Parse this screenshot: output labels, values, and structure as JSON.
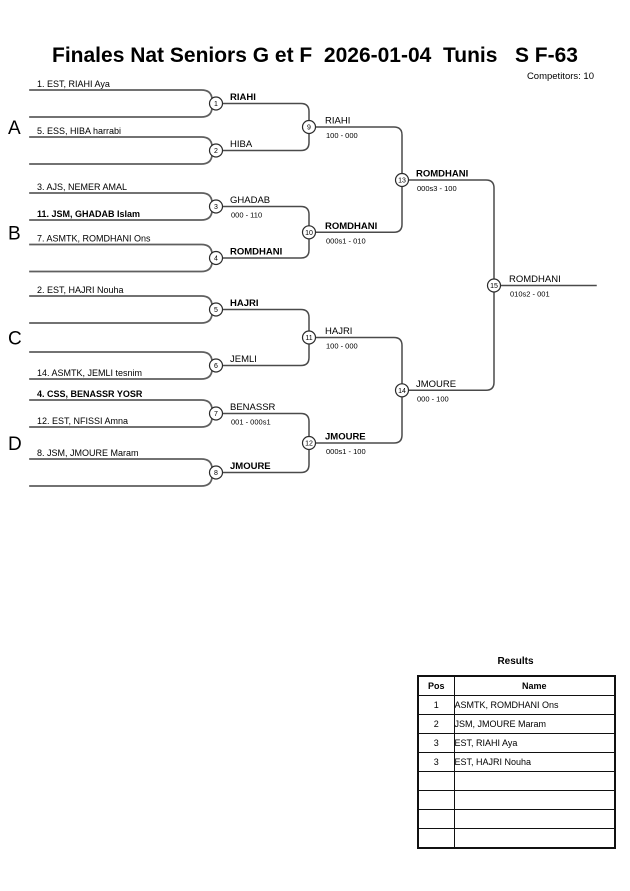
{
  "header": {
    "title": "Finales Nat Seniors G et F  2026-01-04  Tunis   S F-63",
    "competitors": "Competitors: 10"
  },
  "sections": [
    "A",
    "B",
    "C",
    "D"
  ],
  "bracket": {
    "entries": {
      "e1": "1. EST, RIAHI Aya",
      "e2": "5. ESS, HIBA harrabi",
      "e3": "3. AJS, NEMER AMAL",
      "e4": "11. JSM, GHADAB Islam",
      "e5": "7. ASMTK, ROMDHANI Ons",
      "e6": "2. EST, HAJRI Nouha",
      "e7": "14. ASMTK, JEMLI tesnim",
      "e8": "4. CSS, BENASSR YOSR",
      "e9": "12. EST, NFISSI Amna",
      "e10": "8. JSM, JMOURE Maram"
    },
    "matches": {
      "m1": {
        "no": "1",
        "winner": "RIAHI"
      },
      "m2": {
        "no": "2",
        "winner": "HIBA"
      },
      "m3": {
        "no": "3",
        "winner": "GHADAB",
        "score": "000 - 110"
      },
      "m4": {
        "no": "4",
        "winner": "ROMDHANI"
      },
      "m5": {
        "no": "5",
        "winner": "HAJRI"
      },
      "m6": {
        "no": "6",
        "winner": "JEMLI"
      },
      "m7": {
        "no": "7",
        "winner": "BENASSR",
        "score": "001 - 000s1"
      },
      "m8": {
        "no": "8",
        "winner": "JMOURE"
      },
      "m9": {
        "no": "9",
        "winner": "RIAHI",
        "score": "100 - 000"
      },
      "m10": {
        "no": "10",
        "winner": "ROMDHANI",
        "score": "000s1 - 010"
      },
      "m11": {
        "no": "11",
        "winner": "HAJRI",
        "score": "100 - 000"
      },
      "m12": {
        "no": "12",
        "winner": "JMOURE",
        "score": "000s1 - 100"
      },
      "m13": {
        "no": "13",
        "winner": "ROMDHANI",
        "score": "000s3 - 100"
      },
      "m14": {
        "no": "14",
        "winner": "JMOURE",
        "score": "000 - 100"
      },
      "m15": {
        "no": "15",
        "winner": "ROMDHANI",
        "score": "010s2 - 001"
      }
    }
  },
  "results": {
    "title": "Results",
    "columns": [
      "Pos",
      "Name"
    ],
    "rows": [
      [
        "1",
        "ASMTK, ROMDHANI Ons"
      ],
      [
        "2",
        "JSM, JMOURE Maram"
      ],
      [
        "3",
        "EST, RIAHI Aya"
      ],
      [
        "3",
        "EST, HAJRI Nouha"
      ],
      [
        "",
        ""
      ],
      [
        "",
        ""
      ],
      [
        "",
        ""
      ],
      [
        "",
        ""
      ]
    ]
  },
  "colors": {
    "background": "#ffffff",
    "lines": "#4a4a4a",
    "text": "#000000"
  }
}
